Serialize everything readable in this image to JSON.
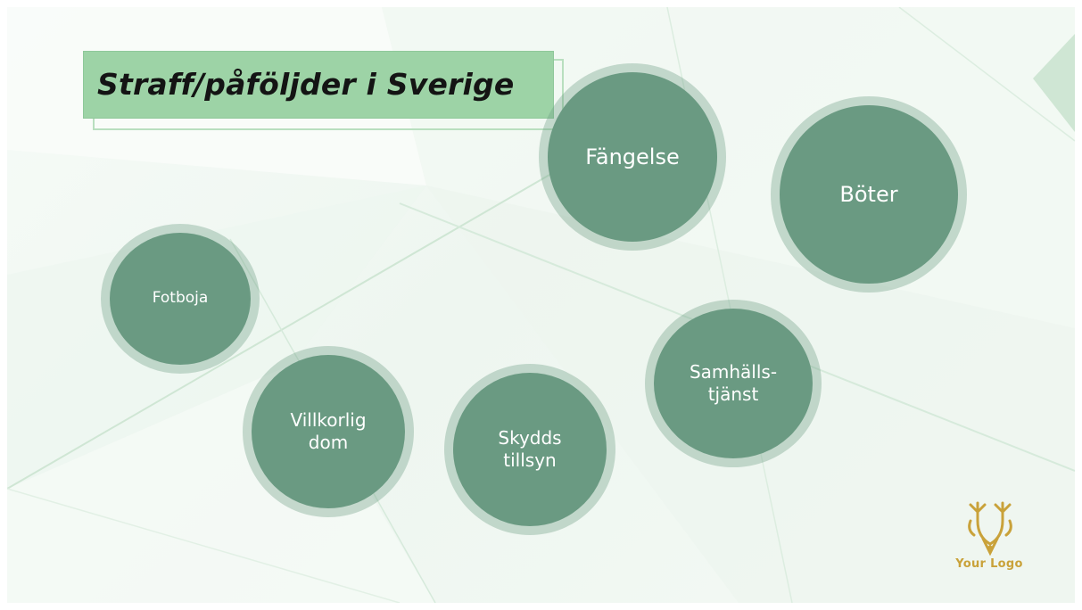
{
  "slide": {
    "title": "Straff/påföljder i Sverige"
  },
  "bubbles": {
    "fangelse": "Fängelse",
    "boter": "Böter",
    "fotboja": "Fotboja",
    "villkorlig_line1": "Villkorlig",
    "villkorlig_line2": "dom",
    "skydds_line1": "Skydds",
    "skydds_line2": "tillsyn",
    "samhall_line1": "Samhälls-",
    "samhall_line2": "tjänst"
  },
  "logo": {
    "text": "Your Logo",
    "icon": "antler-pen-icon"
  },
  "colors": {
    "bubble": "#6a9a82",
    "title_bg": "#9dd3a6",
    "logo": "#c9a23a"
  }
}
